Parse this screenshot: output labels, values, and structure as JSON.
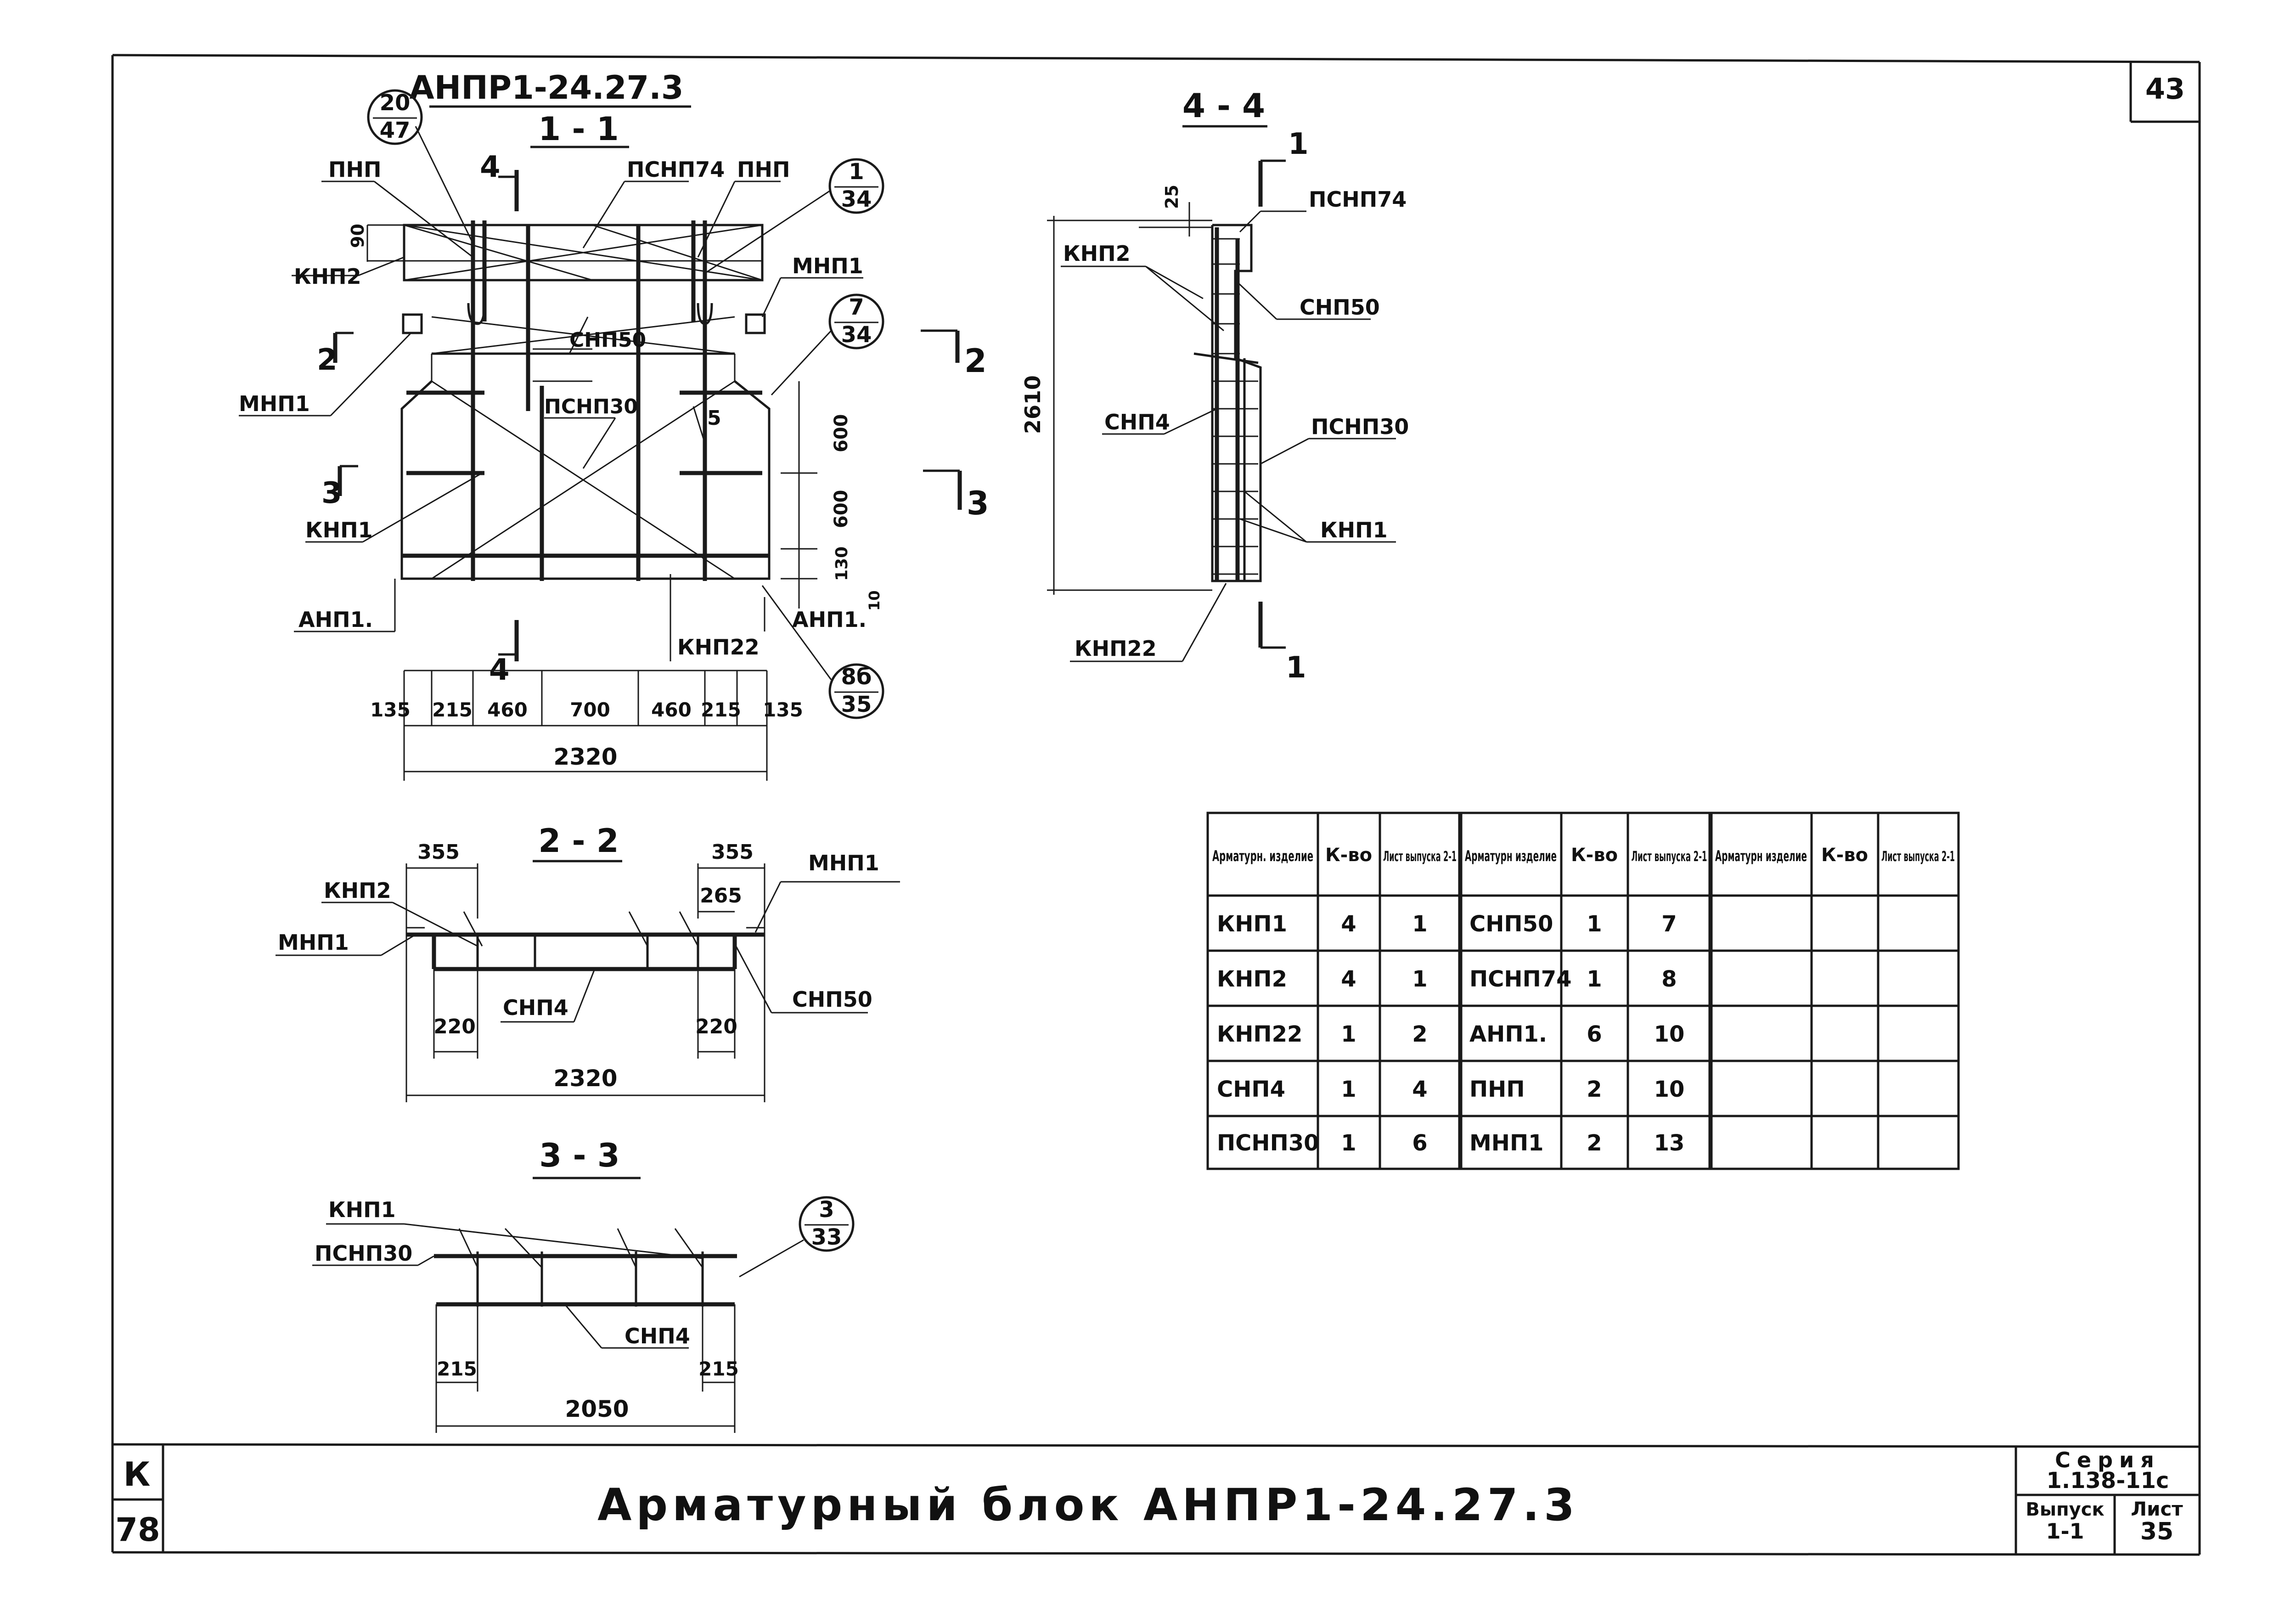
{
  "sheet": {
    "page_number": "43",
    "series_label": "Серия",
    "series_value": "1.138-11c",
    "issue_label": "Выпуск",
    "issue_value": "1-1",
    "sheet_label": "Лист",
    "sheet_value": "35",
    "side_letter": "К",
    "side_number": "78",
    "title": "Арматурный блок АНПР1-24.27.3"
  },
  "view_1_1": {
    "heading": "АНПР1-24.27.3",
    "section": "1 - 1",
    "callout_1": {
      "top": "20",
      "bottom": "47"
    },
    "callout_2": {
      "top": "1",
      "bottom": "34"
    },
    "callout_3": {
      "top": "7",
      "bottom": "34"
    },
    "callout_4": {
      "top": "8б",
      "bottom": "35"
    },
    "labels": {
      "pnp_left": "ПНП",
      "pnp_right": "ПНП",
      "psnp74": "ПСНП74",
      "knp2": "КНП2",
      "mnp1_right": "МНП1",
      "mnp1_left": "МНП1",
      "snp50": "СНП50",
      "psnp30": "ПСНП30",
      "knp1": "КНП1",
      "anp1_left": "АНП1.",
      "anp1_right": "АНП1.",
      "knp22": "КНП22",
      "cut_4_top": "4",
      "cut_4_bottom": "4",
      "cut_2_left": "2",
      "cut_2_right": "2",
      "cut_3_left": "3",
      "cut_3_right": "3"
    },
    "dims": {
      "d90": "90",
      "d5": "5",
      "d600a": "600",
      "d600b": "600",
      "d130": "130",
      "d10": "10",
      "bottom": [
        "135",
        "215",
        "460",
        "700",
        "460",
        "215",
        "135"
      ],
      "total": "2320"
    }
  },
  "view_4_4": {
    "section": "4 - 4",
    "cut_top": "1",
    "cut_bottom": "1",
    "labels": {
      "psnp74": "ПСНП74",
      "knp2": "КНП2",
      "snp50": "СНП50",
      "snp4": "СНП4",
      "psnp30": "ПСНП30",
      "knp1": "КНП1",
      "knp22": "КНП22"
    },
    "dims": {
      "d25": "25",
      "height": "2610"
    }
  },
  "view_2_2": {
    "section": "2 - 2",
    "labels": {
      "knp2": "КНП2",
      "mnp1_left": "МНП1",
      "mnp1_right": "МНП1",
      "snp4": "СНП4",
      "snp50": "СНП50"
    },
    "dims": {
      "d355a": "355",
      "d355b": "355",
      "d265": "265",
      "d220a": "220",
      "d220b": "220",
      "total": "2320"
    }
  },
  "view_3_3": {
    "section": "3 - 3",
    "callout": {
      "top": "3",
      "bottom": "33"
    },
    "labels": {
      "knp1": "КНП1",
      "psnp30": "ПСНП30",
      "snp4": "СНП4"
    },
    "dims": {
      "d215a": "215",
      "d215b": "215",
      "total": "2050"
    }
  },
  "spec_table": {
    "headers": [
      "Арматурн. изделие",
      "К-во",
      "Лист выпуска 2-1",
      "Арматурн изделие",
      "К-во",
      "Лист выпуска 2-1",
      "Арматурн изделие",
      "К-во",
      "Лист выпуска 2-1"
    ],
    "rows": [
      [
        "КНП1",
        "4",
        "1",
        "СНП50",
        "1",
        "7",
        "",
        "",
        ""
      ],
      [
        "КНП2",
        "4",
        "1",
        "ПСНП74",
        "1",
        "8",
        "",
        "",
        ""
      ],
      [
        "КНП22",
        "1",
        "2",
        "АНП1.",
        "6",
        "10",
        "",
        "",
        ""
      ],
      [
        "СНП4",
        "1",
        "4",
        "ПНП",
        "2",
        "10",
        "",
        "",
        ""
      ],
      [
        "ПСНП30",
        "1",
        "6",
        "МНП1",
        "2",
        "13",
        "",
        "",
        ""
      ]
    ]
  }
}
